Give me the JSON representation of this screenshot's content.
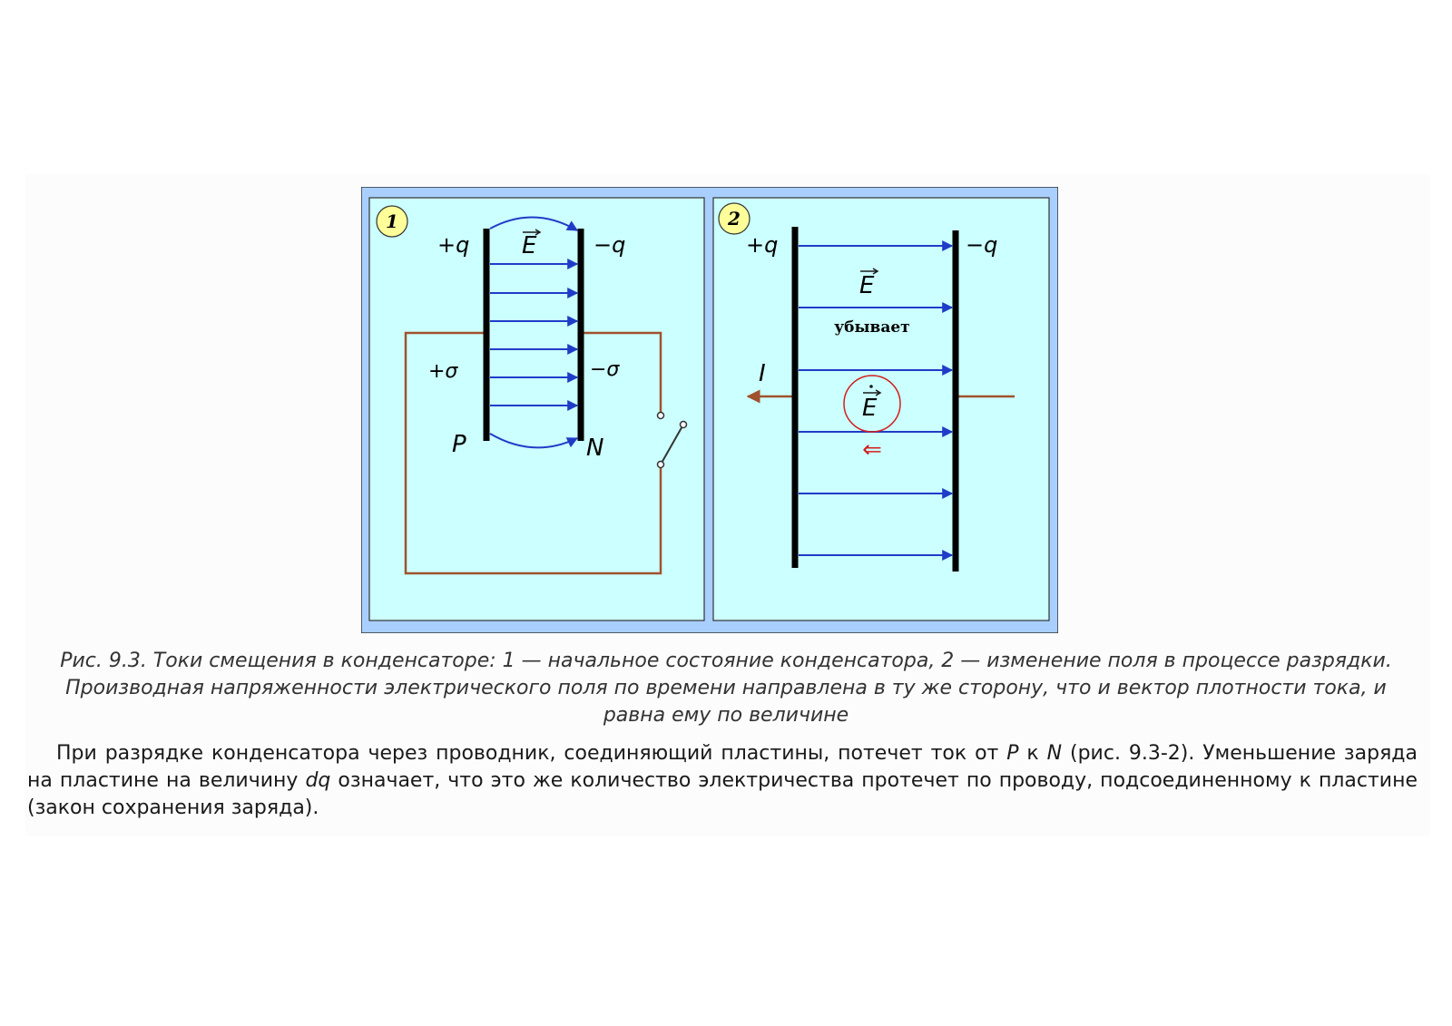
{
  "figure": {
    "panel1": {
      "number": "1",
      "plus_q": "+q",
      "minus_q": "−q",
      "field": "E",
      "plus_sigma": "+σ",
      "minus_sigma": "−σ",
      "plate_p": "P",
      "plate_n": "N"
    },
    "panel2": {
      "number": "2",
      "plus_q": "+q",
      "minus_q": "−q",
      "field": "E",
      "decreasing": "убывает",
      "current": "I",
      "field_derivative": "E",
      "arrow_symbol": "⇐"
    },
    "colors": {
      "frame": "#a9cfff",
      "panel_bg": "#ccffff",
      "field_lines": "#1f3cc8",
      "wire": "#a0522d",
      "badge": "#ffff99",
      "derivative_mark": "#d21e1e"
    }
  },
  "caption": {
    "line1": "Рис. 9.3. Токи смещения в конденсаторе: 1 — начальное состояние конденсатора, 2 — изменение поля в процессе разрядки.",
    "line2": "Производная напряженности электрического поля по времени направлена в ту же сторону, что и вектор плотности тока, и",
    "line3": "равна ему по величине"
  },
  "paragraph": {
    "part1": "При разрядке конденсатора через проводник, соединяющий пластины, потечет ток от ",
    "p": "P",
    "part2": " к ",
    "n": "N",
    "part3": " (рис. 9.3-2). Уменьшение заряда на пластине на величину ",
    "dq": "dq",
    "part4": " означает, что это же количество электричества протечет по проводу, подсоединенному к пластине (закон сохранения заряда)."
  }
}
